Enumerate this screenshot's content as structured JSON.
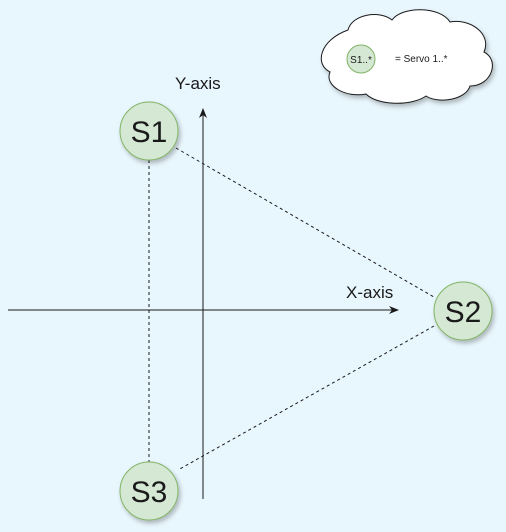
{
  "diagram": {
    "axes": {
      "x_label": "X-axis",
      "y_label": "Y-axis"
    },
    "nodes": [
      {
        "id": "S1",
        "label": "S1"
      },
      {
        "id": "S2",
        "label": "S2"
      },
      {
        "id": "S3",
        "label": "S3"
      }
    ],
    "connections": [
      {
        "from": "S1",
        "to": "S2",
        "style": "dashed"
      },
      {
        "from": "S2",
        "to": "S3",
        "style": "dashed"
      },
      {
        "from": "S1",
        "to": "S3",
        "style": "dashed"
      }
    ],
    "legend": {
      "symbol_label": "S1..*",
      "description": "= Servo 1..*"
    },
    "colors": {
      "background": "#e8f6fd",
      "node_fill": "#d5e8d4",
      "node_stroke": "#82b366",
      "line": "#1a1a1a"
    }
  }
}
